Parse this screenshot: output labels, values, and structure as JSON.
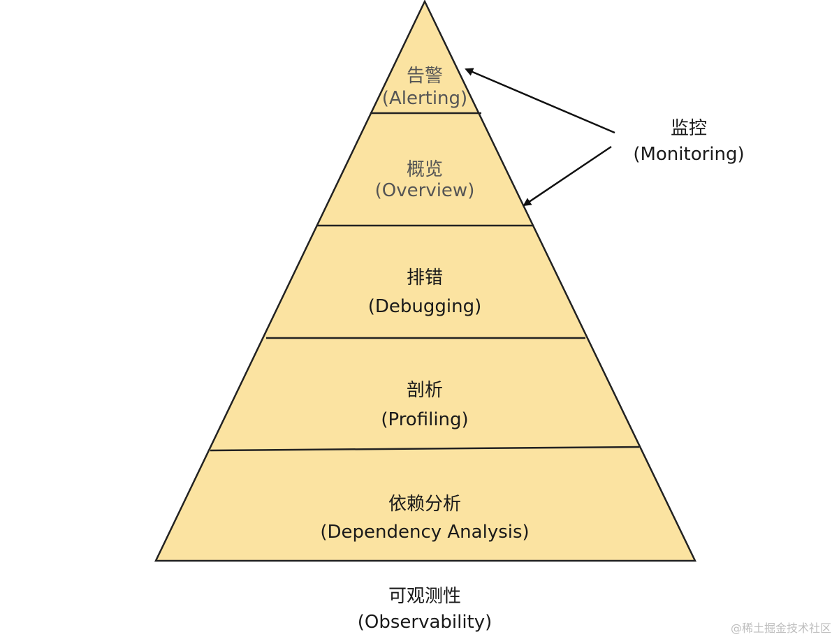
{
  "colors": {
    "fill": "#fbe3a1",
    "stroke": "#222222",
    "arrow": "#111111"
  },
  "pyramid": {
    "layers": [
      {
        "zh": "告警",
        "en": "(Alerting)"
      },
      {
        "zh": "概览",
        "en": "(Overview)"
      },
      {
        "zh": "排错",
        "en": "(Debugging)"
      },
      {
        "zh": "剖析",
        "en": "(Profiling)"
      },
      {
        "zh": "依赖分析",
        "en": "(Dependency Analysis)"
      }
    ]
  },
  "monitoring": {
    "zh": "监控",
    "en": "(Monitoring)"
  },
  "observability": {
    "zh": "可观测性",
    "en": "(Observability)"
  },
  "watermark": "@稀土掘金技术社区"
}
